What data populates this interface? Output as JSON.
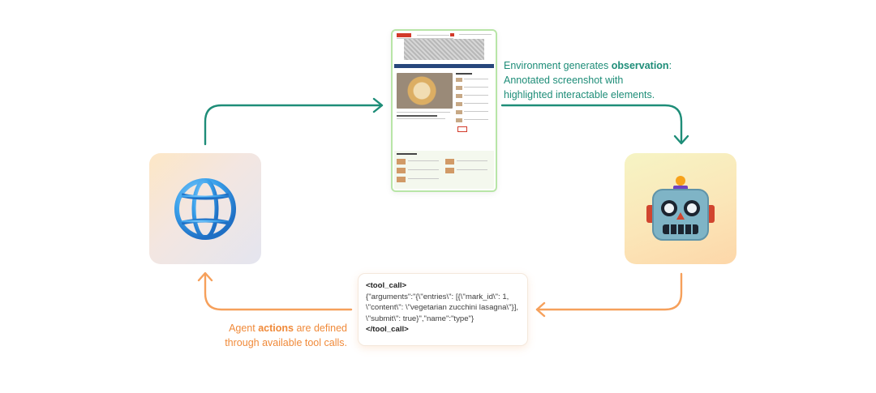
{
  "colors": {
    "observation_arrow": "#1e8d78",
    "action_arrow": "#f6a05b",
    "observation_text": "#1e8d78",
    "action_text": "#f08a3a"
  },
  "nodes": {
    "environment": {
      "icon": "globe-icon"
    },
    "agent": {
      "icon": "robot-icon"
    }
  },
  "observation": {
    "line1_prefix": "Environment generates ",
    "line1_bold": "observation",
    "line1_suffix": ":",
    "line2": "Annotated screenshot with",
    "line3": "highlighted interactable elements."
  },
  "action": {
    "line1_prefix": "Agent ",
    "line1_bold": "actions",
    "line1_suffix": " are defined",
    "line2": "through available tool calls."
  },
  "tool_call": {
    "open_tag": "<tool_call>",
    "line1": "{\"arguments\":\"{\\\"entries\\\": [{\\\"mark_id\\\": 1,",
    "line2": "\\\"content\\\": \\\"vegetarian zucchini lasagna\\\"}],",
    "line3": "\\\"submit\\\": true}\",\"name\":\"type\"}",
    "close_tag": "</tool_call>"
  }
}
